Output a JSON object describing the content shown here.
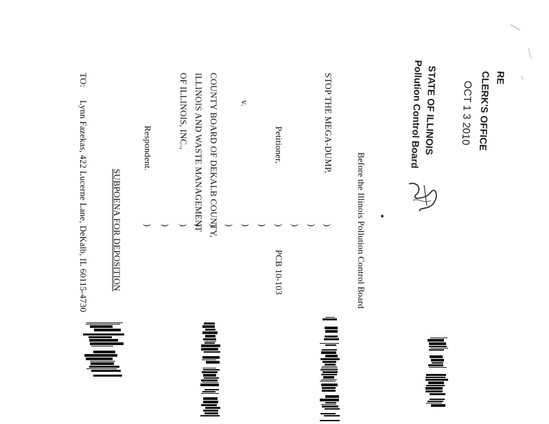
{
  "stamp": {
    "received": "RE",
    "office": "CLERK'S OFFICE",
    "date": "OCT 1 3 2010",
    "state": "STATE OF ILLINOIS",
    "board": "Pollution Control Board"
  },
  "document": {
    "court": "Before the Illinois Pollution Control Board",
    "petitioner_name": "STOP THE MEGA-DUMP,",
    "petitioner_role": "Petitioner,",
    "versus": "v.",
    "respondent_line1": "COUNTY BOARD OF DEKALB COUNTY,",
    "respondent_line2": "ILLINOIS AND WASTE MANAGEMENT",
    "respondent_line3": "OF ILLINOIS, INC.,",
    "respondent_role": "Respondent.",
    "case_number": "PCB 10-103",
    "title": "SUBPOENA FOR DEPOSITION",
    "to_label": "TO:",
    "to_address": "Lynn Fazekas, 422 Lucerne Lane, DeKalb, IL 60115-4730"
  },
  "brackets": [
    ")",
    ")",
    ")",
    ")",
    ")",
    ")",
    ")",
    ")",
    ")",
    ")",
    ")",
    ")"
  ]
}
